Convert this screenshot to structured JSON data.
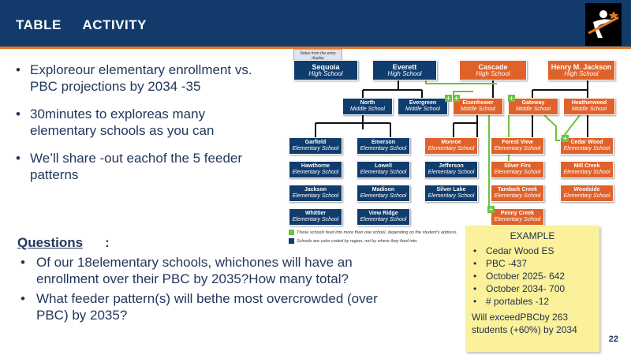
{
  "header": {
    "title_part1": "TABLE",
    "title_part2": "ACTIVITY"
  },
  "bullets": [
    "Exploreour elementary enrollment vs. PBC projections by 2034 -35",
    "30minutes to exploreas many elementary schools as you can",
    "We’ll share -out eachof the 5 feeder patterns"
  ],
  "questions": {
    "heading": "Questions",
    "colon": ":",
    "items": [
      "Of our 18elementary schools, whichones will have an enrollment over their PBC by 2035?How many total?",
      "What feeder pattern(s) will bethe most overcrowded (over PBC) by 2035?"
    ]
  },
  "diagram": {
    "small_note": "Notes from the entry display",
    "high_schools": [
      {
        "name": "Sequoia",
        "type": "High School"
      },
      {
        "name": "Everett",
        "type": "High School"
      },
      {
        "name": "Cascade",
        "type": "High School"
      },
      {
        "name": "Henry M. Jackson",
        "type": "High School"
      }
    ],
    "middle_schools": [
      {
        "name": "North",
        "type": "Middle School"
      },
      {
        "name": "Evergreen",
        "type": "Middle School"
      },
      {
        "name": "Eisenhower",
        "type": "Middle School"
      },
      {
        "name": "Gateway",
        "type": "Middle School"
      },
      {
        "name": "Heatherwood",
        "type": "Middle School"
      }
    ],
    "elementary": [
      {
        "name": "Garfield",
        "type": "Elementary School"
      },
      {
        "name": "Emerson",
        "type": "Elementary School"
      },
      {
        "name": "Monroe",
        "type": "Elementary School"
      },
      {
        "name": "Forest View",
        "type": "Elementary School"
      },
      {
        "name": "Cedar Wood",
        "type": "Elementary School"
      },
      {
        "name": "Hawthorne",
        "type": "Elementary School"
      },
      {
        "name": "Lowell",
        "type": "Elementary School"
      },
      {
        "name": "Jefferson",
        "type": "Elementary School"
      },
      {
        "name": "Silver Firs",
        "type": "Elementary School"
      },
      {
        "name": "Mill Creek",
        "type": "Elementary School"
      },
      {
        "name": "Jackson",
        "type": "Elementary School"
      },
      {
        "name": "Madison",
        "type": "Elementary School"
      },
      {
        "name": "Silver Lake",
        "type": "Elementary School"
      },
      {
        "name": "Tambark Creek",
        "type": "Elementary School"
      },
      {
        "name": "Woodside",
        "type": "Elementary School"
      },
      {
        "name": "Whittier",
        "type": "Elementary School"
      },
      {
        "name": "View Ridge",
        "type": "Elementary School"
      },
      {
        "name": "Penny Creek",
        "type": "Elementary School"
      }
    ],
    "legend_1": "These schools feed into more than one school, depending on the student's address.",
    "legend_2": "Schools are color coded by region, not by where they feed into."
  },
  "example": {
    "title": "EXAMPLE",
    "items": [
      "Cedar Wood ES",
      "PBC -437",
      "October 2025- 642",
      "October 2034- 700",
      "# portables -12"
    ],
    "summary": "Will exceedPBCby 263 students (+60%) by 2034"
  },
  "page_number": "22",
  "colors": {
    "header": "#123a6b",
    "accent": "#e87722",
    "blue": "#103c6e",
    "orange": "#e0622a",
    "note": "#fbf19a"
  }
}
